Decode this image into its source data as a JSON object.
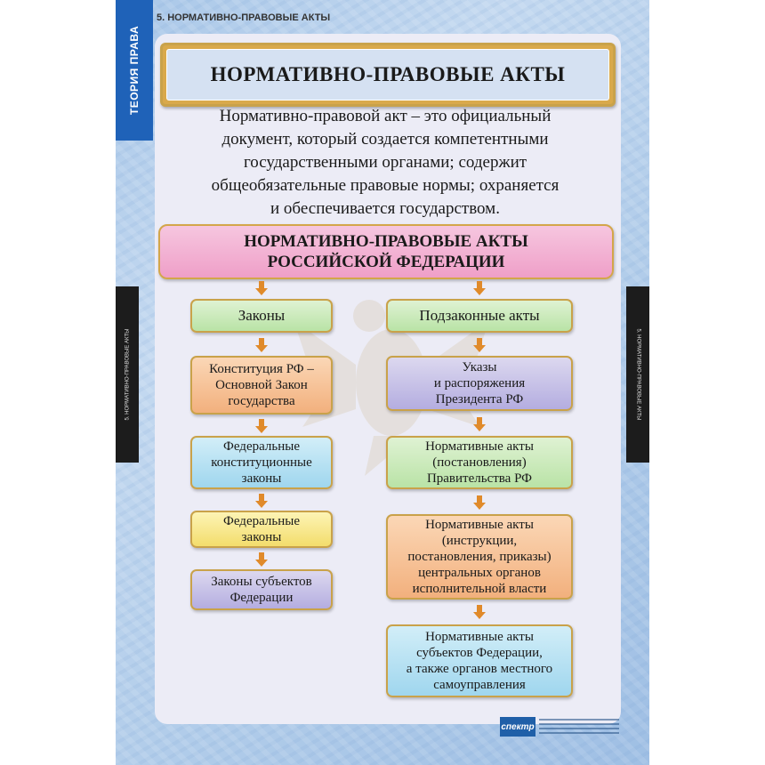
{
  "side_tab": "ТЕОРИЯ ПРАВА",
  "top_caption": "5. НОРМАТИВНО-ПРАВОВЫЕ АКТЫ",
  "black_strip_text": "5. НОРМАТИВНО-ПРАВОВЫЕ АКТЫ",
  "title": "НОРМАТИВНО-ПРАВОВЫЕ АКТЫ",
  "definition": [
    "Нормативно-правовой акт – это официальный",
    "документ, который создается компетентными",
    "государственными органами; содержит",
    "общеобязательные правовые нормы; охраняется",
    "и обеспечивается государством."
  ],
  "rf_box": [
    "НОРМАТИВНО-ПРАВОВЫЕ АКТЫ",
    "РОССИЙСКОЙ ФЕДЕРАЦИИ"
  ],
  "left_column": {
    "header": "Законы",
    "items": [
      "Конституция РФ –\nОсновной Закон\nгосударства",
      "Федеральные\nконституционные\nзаконы",
      "Федеральные\nзаконы",
      "Законы субъектов\nФедерации"
    ]
  },
  "right_column": {
    "header": "Подзаконные акты",
    "items": [
      "Указы\nи распоряжения\nПрезидента РФ",
      "Нормативные акты\n(постановления)\nПравительства РФ",
      "Нормативные акты\n(инструкции,\nпостановления, приказы)\nцентральных органов\nисполнительной власти",
      "Нормативные акты\nсубъектов Федерации,\nа также органов местного\nсамоуправления"
    ]
  },
  "footer_logo": "спектр",
  "colors": {
    "gold_border": "#c9a24a",
    "side_tab": "#1f62b8",
    "green": "#b9e3a6",
    "orange": "#f2b07d",
    "cyan": "#9fd6ee",
    "yellow": "#f3dd6c",
    "violet": "#b4ade0",
    "pink": "#ef9fc8"
  }
}
